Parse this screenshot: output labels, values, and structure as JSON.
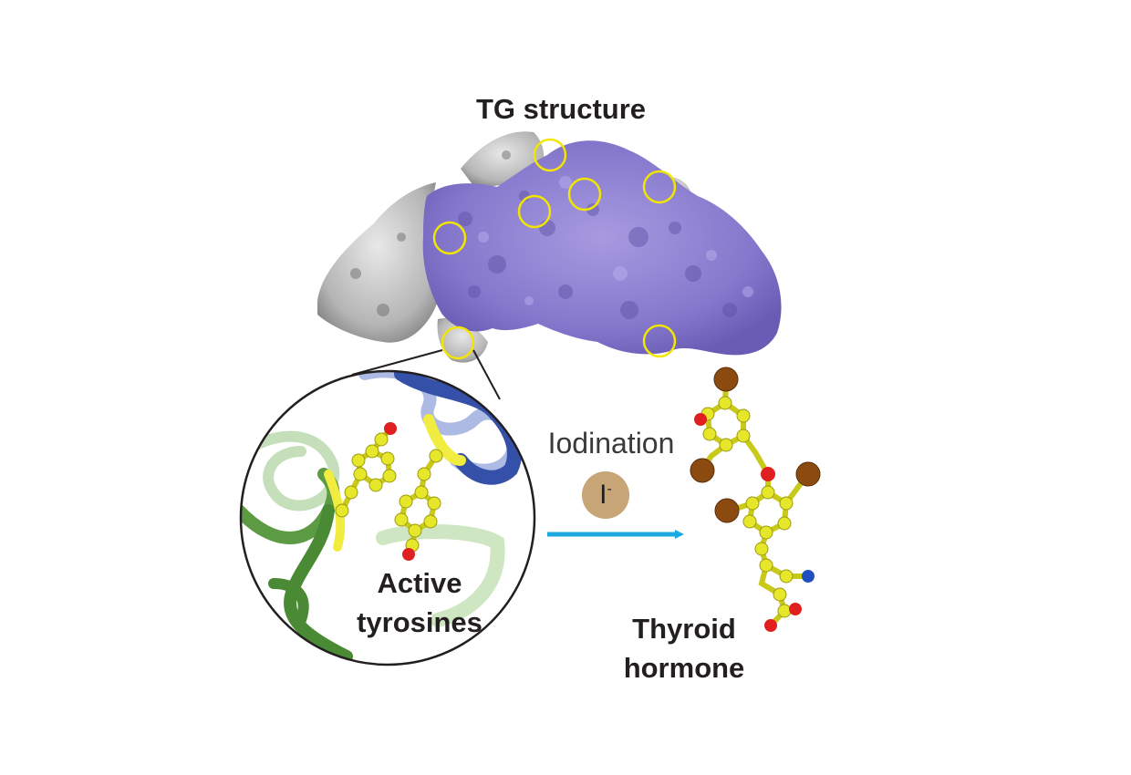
{
  "title": "TG structure",
  "zoom_label": [
    "Active",
    "tyrosines"
  ],
  "reaction_label": "Iodination",
  "iodide_symbol": "I",
  "iodide_charge": "-",
  "product_label": [
    "Thyroid",
    "hormone"
  ],
  "colors": {
    "protein_purple": "#8b7fd0",
    "protein_gray": "#bdbdbd",
    "highlight_circle": "#f2e600",
    "arrow": "#1aa9e0",
    "carbon": "#e6e62a",
    "iodine": "#8a4a10",
    "oxygen": "#e02020",
    "nitrogen": "#2050c0",
    "helix_blue": "#3550a8",
    "loop_green": "#4a8a35",
    "iodide_badge": "#c7a577"
  }
}
